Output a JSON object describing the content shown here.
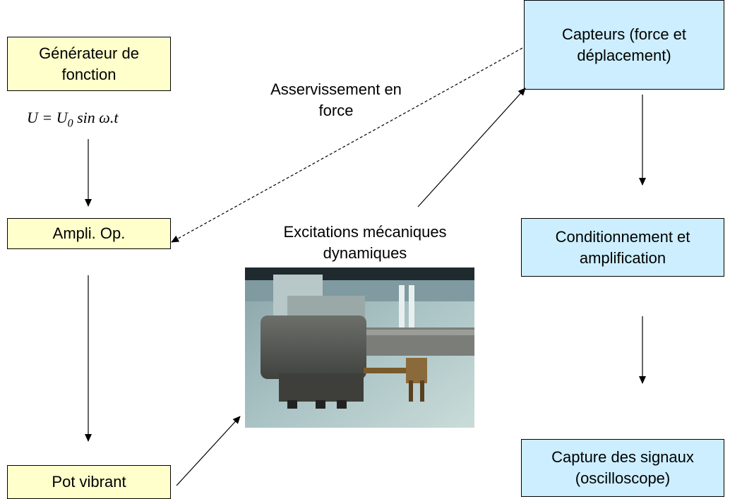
{
  "nodes": {
    "generateur": "Générateur de fonction",
    "ampli": "Ampli. Op.",
    "pot": "Pot vibrant",
    "capteurs": "Capteurs (force et déplacement)",
    "conditionnement": "Conditionnement et amplification",
    "capture": "Capture des signaux (oscilloscope)"
  },
  "labels": {
    "asservissement": "Asservissement en force",
    "excitations": "Excitations mécaniques dynamiques"
  },
  "formula": {
    "lhs": "U = U",
    "sub": "0",
    "rhs": " sin ω.t"
  },
  "photo": {
    "description_icon": "vibration-test-photo"
  },
  "colors": {
    "yellow_box": "#ffffcc",
    "blue_box": "#cceeff"
  }
}
